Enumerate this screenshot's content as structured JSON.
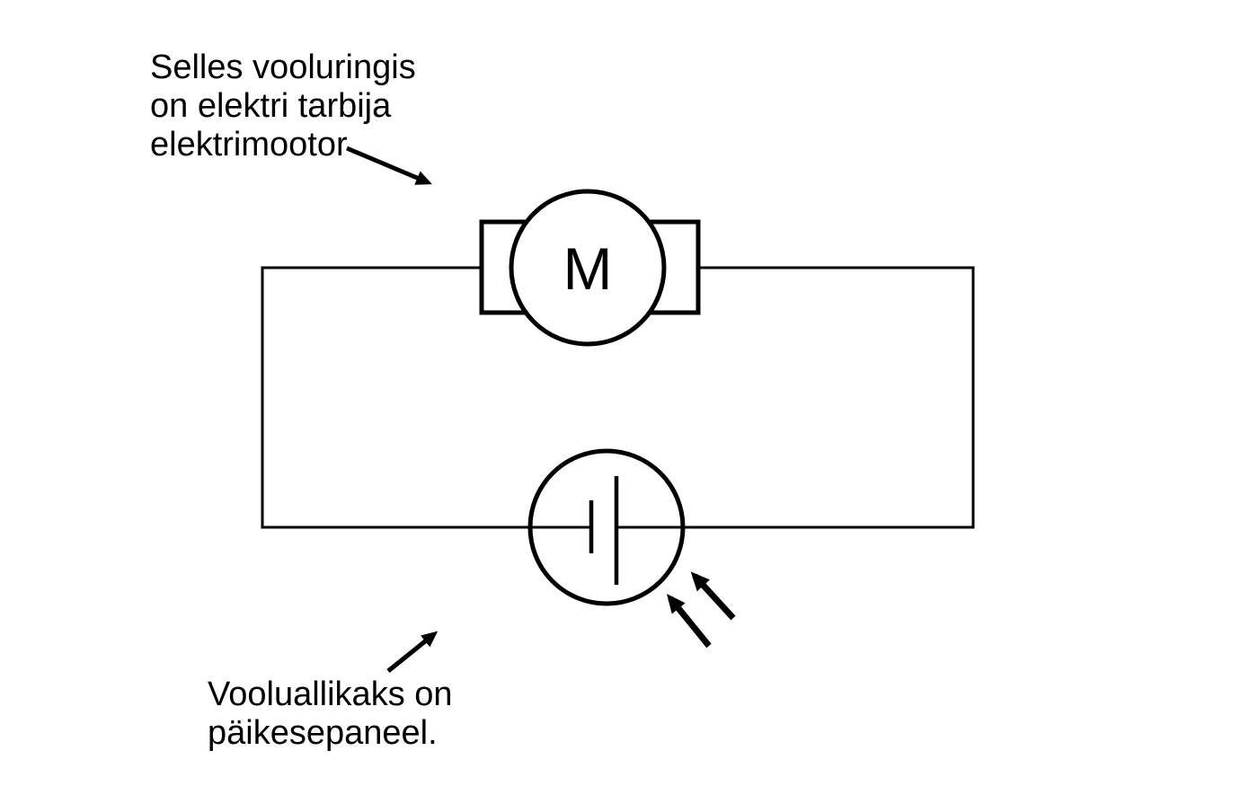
{
  "canvas": {
    "background_color": "#ffffff",
    "ink_color": "#000000"
  },
  "notes": {
    "consumer": {
      "lines": [
        "Selles vooluringis",
        "on elektri tarbija",
        "elektrimootor"
      ]
    },
    "source": {
      "lines": [
        "Vooluallikaks on",
        "päikesepaneel."
      ]
    }
  },
  "circuit": {
    "motor_label": "M",
    "symbols": [
      "electric-motor",
      "solar-panel-source"
    ],
    "icons": [
      "pointer-arrow",
      "light-ray-arrows"
    ]
  }
}
